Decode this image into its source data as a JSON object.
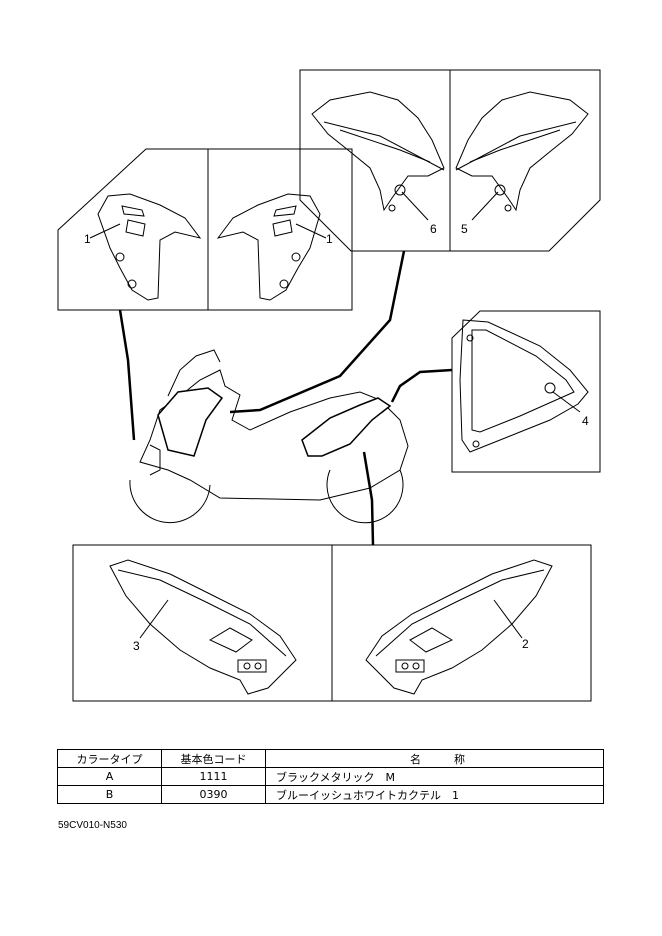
{
  "callouts": {
    "c1_left": "1",
    "c1_right": "1",
    "c2": "2",
    "c3": "3",
    "c4": "4",
    "c5": "5",
    "c6": "6"
  },
  "table": {
    "headers": [
      "カラータイプ",
      "基本色コード",
      "名　　　称"
    ],
    "rows": [
      [
        "A",
        "1111",
        "ブラックメタリック　M"
      ],
      [
        "B",
        "0390",
        "ブルーイッシュホワイトカクテル　1"
      ]
    ]
  },
  "code_label": "59CV010-N530"
}
